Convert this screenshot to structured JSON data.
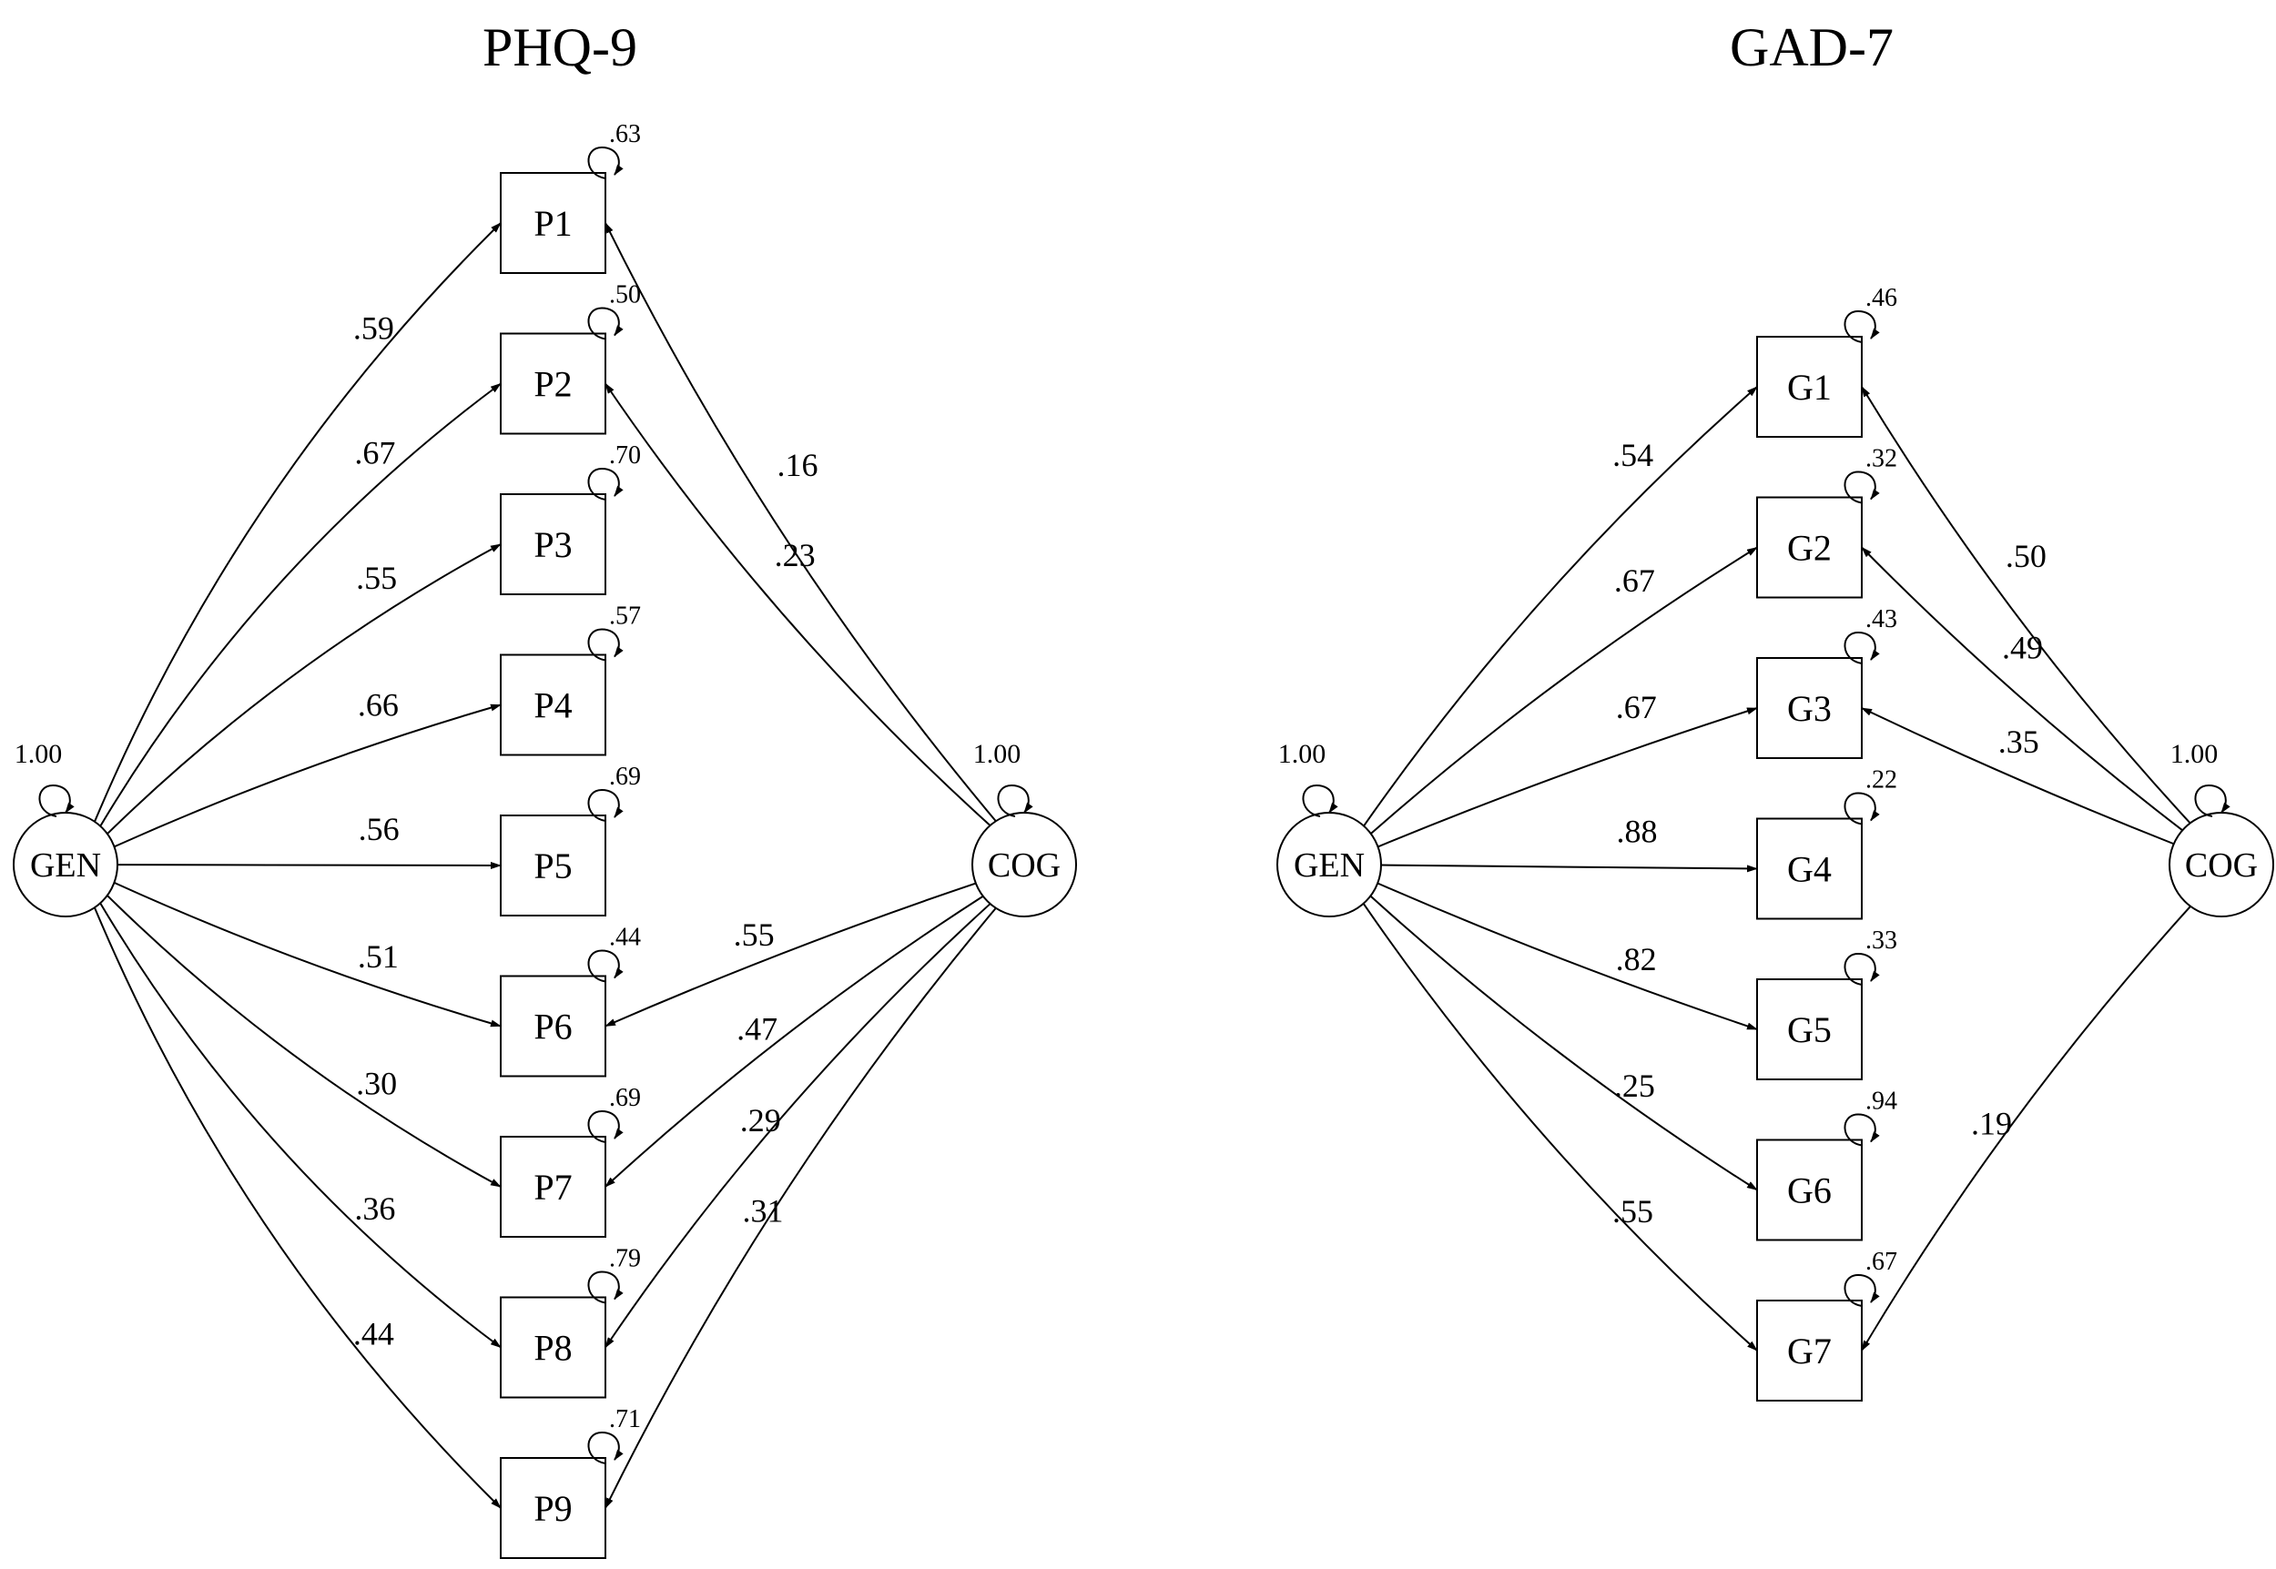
{
  "diagrams": [
    {
      "title": "PHQ-9",
      "general": {
        "label": "GEN",
        "variance": "1.00"
      },
      "specific": {
        "label": "COG",
        "variance": "1.00"
      },
      "items": [
        {
          "label": "P1",
          "residual": ".63",
          "gen_loading": ".59",
          "cog_loading": ".16"
        },
        {
          "label": "P2",
          "residual": ".50",
          "gen_loading": ".67",
          "cog_loading": ".23"
        },
        {
          "label": "P3",
          "residual": ".70",
          "gen_loading": ".55",
          "cog_loading": null
        },
        {
          "label": "P4",
          "residual": ".57",
          "gen_loading": ".66",
          "cog_loading": null
        },
        {
          "label": "P5",
          "residual": ".69",
          "gen_loading": ".56",
          "cog_loading": null
        },
        {
          "label": "P6",
          "residual": ".44",
          "gen_loading": ".51",
          "cog_loading": ".55"
        },
        {
          "label": "P7",
          "residual": ".69",
          "gen_loading": ".30",
          "cog_loading": ".47"
        },
        {
          "label": "P8",
          "residual": ".79",
          "gen_loading": ".36",
          "cog_loading": ".29"
        },
        {
          "label": "P9",
          "residual": ".71",
          "gen_loading": ".44",
          "cog_loading": ".31"
        }
      ]
    },
    {
      "title": "GAD-7",
      "general": {
        "label": "GEN",
        "variance": "1.00"
      },
      "specific": {
        "label": "COG",
        "variance": "1.00"
      },
      "items": [
        {
          "label": "G1",
          "residual": ".46",
          "gen_loading": ".54",
          "cog_loading": ".50"
        },
        {
          "label": "G2",
          "residual": ".32",
          "gen_loading": ".67",
          "cog_loading": ".49"
        },
        {
          "label": "G3",
          "residual": ".43",
          "gen_loading": ".67",
          "cog_loading": ".35"
        },
        {
          "label": "G4",
          "residual": ".22",
          "gen_loading": ".88",
          "cog_loading": null
        },
        {
          "label": "G5",
          "residual": ".33",
          "gen_loading": ".82",
          "cog_loading": null
        },
        {
          "label": "G6",
          "residual": ".94",
          "gen_loading": ".25",
          "cog_loading": null
        },
        {
          "label": "G7",
          "residual": ".67",
          "gen_loading": ".55",
          "cog_loading": ".19"
        }
      ]
    }
  ]
}
